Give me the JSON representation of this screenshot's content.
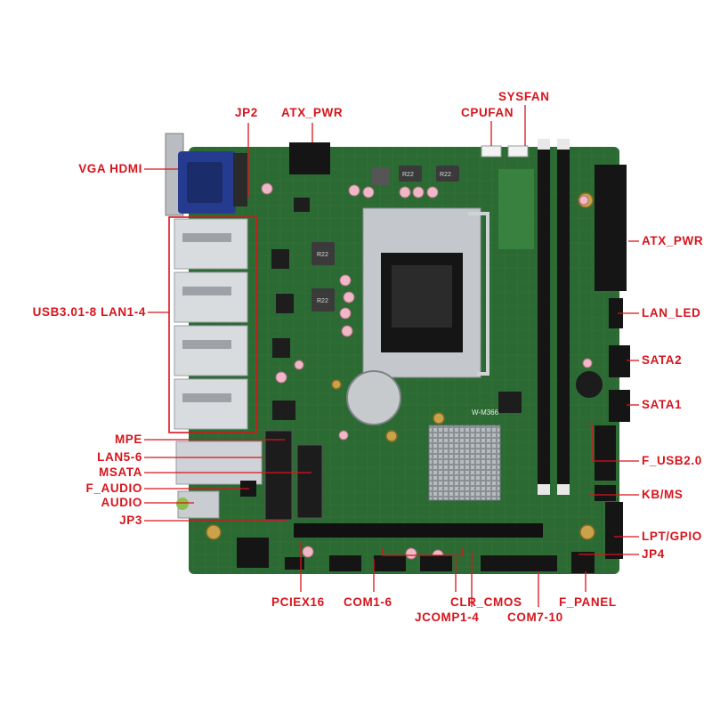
{
  "colors": {
    "label": "#d8141c",
    "pcb": "#2c6a33",
    "pcb_dark": "#1f4d26",
    "slot": "#141414"
  },
  "chip_text": {
    "regulator": "R22",
    "board_model": "W-M366"
  },
  "labels": {
    "left": [
      {
        "id": "vga-hdmi",
        "text": "VGA HDMI"
      },
      {
        "id": "usb-lan",
        "text": "USB3.01-8 LAN1-4"
      },
      {
        "id": "mpe",
        "text": "MPE"
      },
      {
        "id": "lan56",
        "text": "LAN5-6"
      },
      {
        "id": "msata",
        "text": "MSATA"
      },
      {
        "id": "f-audio",
        "text": "F_AUDIO"
      },
      {
        "id": "audio",
        "text": "AUDIO"
      },
      {
        "id": "jp3",
        "text": "JP3"
      }
    ],
    "top": [
      {
        "id": "jp2",
        "text": "JP2"
      },
      {
        "id": "atx-pwr-top",
        "text": "ATX_PWR"
      },
      {
        "id": "cpufan",
        "text": "CPUFAN"
      },
      {
        "id": "sysfan",
        "text": "SYSFAN"
      }
    ],
    "right": [
      {
        "id": "atx-pwr-right",
        "text": "ATX_PWR"
      },
      {
        "id": "lan-led",
        "text": "LAN_LED"
      },
      {
        "id": "sata2",
        "text": "SATA2"
      },
      {
        "id": "sata1",
        "text": "SATA1"
      },
      {
        "id": "f-usb",
        "text": "F_USB2.0"
      },
      {
        "id": "kb-ms",
        "text": "KB/MS"
      },
      {
        "id": "lpt-gpio",
        "text": "LPT/GPIO"
      },
      {
        "id": "jp4",
        "text": "JP4"
      }
    ],
    "bottom": [
      {
        "id": "pciex16",
        "text": "PCIEX16"
      },
      {
        "id": "com1-6",
        "text": "COM1-6"
      },
      {
        "id": "clr-cmos",
        "text": "CLR_CMOS"
      },
      {
        "id": "f-panel",
        "text": "F_PANEL"
      },
      {
        "id": "jcomp",
        "text": "JCOMP1-4"
      },
      {
        "id": "com7-10",
        "text": "COM7-10"
      }
    ]
  }
}
